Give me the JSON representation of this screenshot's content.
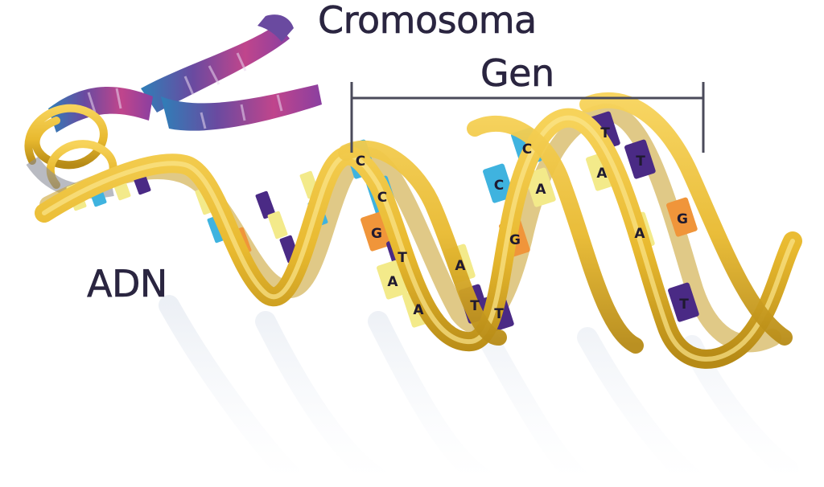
{
  "labels": {
    "chromosome": "Cromosoma",
    "gene": "Gen",
    "dna": "ADN"
  },
  "base_letters": [
    "C",
    "C",
    "G",
    "T",
    "A",
    "A",
    "A",
    "T",
    "T",
    "C",
    "A",
    "G",
    "T",
    "A",
    "A",
    "G",
    "T",
    "T",
    "C"
  ],
  "colors": {
    "backbone": "#e8b92f",
    "backbone_dark": "#b68a16",
    "adenine": "#f3ea8a",
    "thymine": "#4a2a85",
    "guanine": "#f0953a",
    "cytosine": "#3fb3df",
    "chromosome_pink": "#c0458c",
    "chromosome_blue": "#4a8fc8",
    "text": "#2a2540",
    "gene_bracket": "#4a4a5a"
  }
}
